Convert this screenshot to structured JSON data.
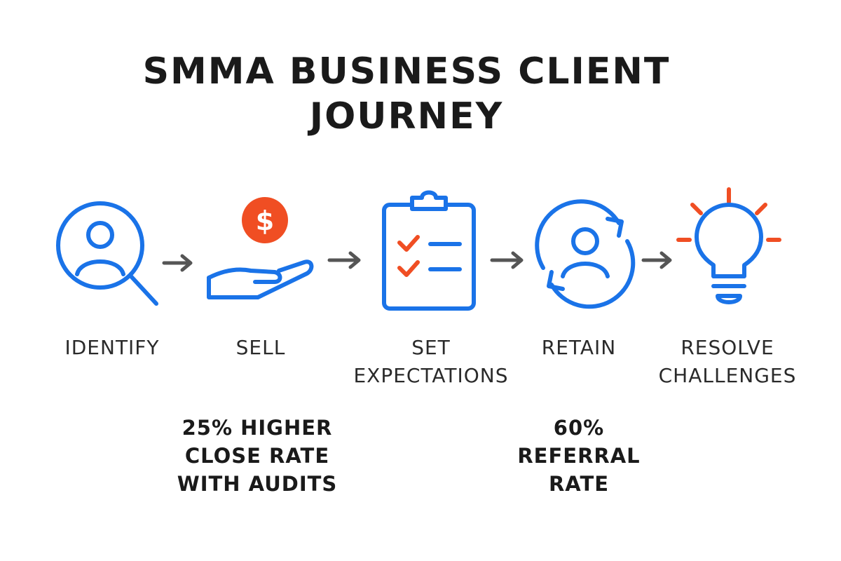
{
  "title": {
    "line1": "SMMA BUSINESS CLIENT",
    "line2": "JOURNEY"
  },
  "colors": {
    "blue": "#1a73e8",
    "orange": "#f04e23",
    "arrow": "#555555",
    "text": "#1f1f1f"
  },
  "steps": [
    {
      "icon": "user-search-icon",
      "label_lines": [
        "IDENTIFY"
      ]
    },
    {
      "icon": "hand-dollar-icon",
      "label_lines": [
        "SELL"
      ]
    },
    {
      "icon": "clipboard-checklist-icon",
      "label_lines": [
        "SET",
        "EXPECTATIONS"
      ]
    },
    {
      "icon": "user-cycle-icon",
      "label_lines": [
        "RETAIN"
      ]
    },
    {
      "icon": "lightbulb-icon",
      "label_lines": [
        "RESOLVE",
        "CHALLENGES"
      ]
    }
  ],
  "stats": [
    {
      "lines": [
        "25% HIGHER",
        "CLOSE RATE",
        "WITH AUDITS"
      ]
    },
    {
      "lines": [
        "60%",
        "REFERRAL",
        "RATE"
      ]
    }
  ]
}
